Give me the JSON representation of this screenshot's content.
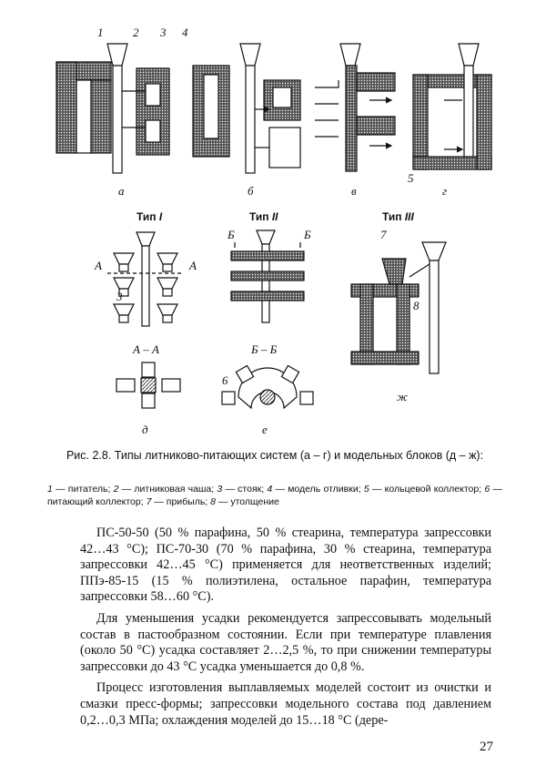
{
  "figure": {
    "panel_labels": [
      "а",
      "б",
      "в",
      "г",
      "д",
      "е",
      "ж"
    ],
    "callouts": [
      "1",
      "2",
      "3",
      "4",
      "5",
      "6",
      "7",
      "8"
    ],
    "type_labels": [
      {
        "word": "Тип",
        "numeral": "I"
      },
      {
        "word": "Тип",
        "numeral": "II"
      },
      {
        "word": "Тип",
        "numeral": "III"
      }
    ],
    "section_letters": {
      "a": "А",
      "b": "Б"
    },
    "section_titles": [
      "А – А",
      "Б – Б"
    ]
  },
  "caption": {
    "title": "Рис. 2.8. Типы литниково-питающих систем (а – г) и модельных блоков (д – ж):",
    "legend": [
      {
        "n": "1",
        "t": "— питатель;"
      },
      {
        "n": "2",
        "t": "— литниковая чаша;"
      },
      {
        "n": "3",
        "t": "— стояк;"
      },
      {
        "n": "4",
        "t": "— модель отливки;"
      },
      {
        "n": "5",
        "t": "— кольцевой коллектор;"
      },
      {
        "n": "6",
        "t": "— питающий коллектор;"
      },
      {
        "n": "7",
        "t": "— прибыль;"
      },
      {
        "n": "8",
        "t": "— утолщение"
      }
    ]
  },
  "body": {
    "p1": "ПС-50-50 (50 % парафина, 50 % стеарина, температура запрессовки 42…43 °С); ПС-70-30 (70 % парафина, 30 % стеарина, температура запрессовки 42…45 °С) применяется для неответственных изделий; ППэ-85-15 (15 % полиэтилена, остальное парафин, температура запрессовки 58…60 °С).",
    "p2": "Для уменьшения усадки рекомендуется запрессовывать модельный состав в пастообразном состоянии. Если при температуре плавления (около 50 °С) усадка составляет 2…2,5 %, то при снижении температуры запрессовки до 43 °С усадка уменьшается до 0,8 %.",
    "p3": "Процесс изготовления выплавляемых моделей состоит из очистки и смазки пресс-формы; запрессовки модельного состава под давлением 0,2…0,3 МПа; охлаждения моделей до 15…18 °С (дере-"
  },
  "page_number": "27"
}
